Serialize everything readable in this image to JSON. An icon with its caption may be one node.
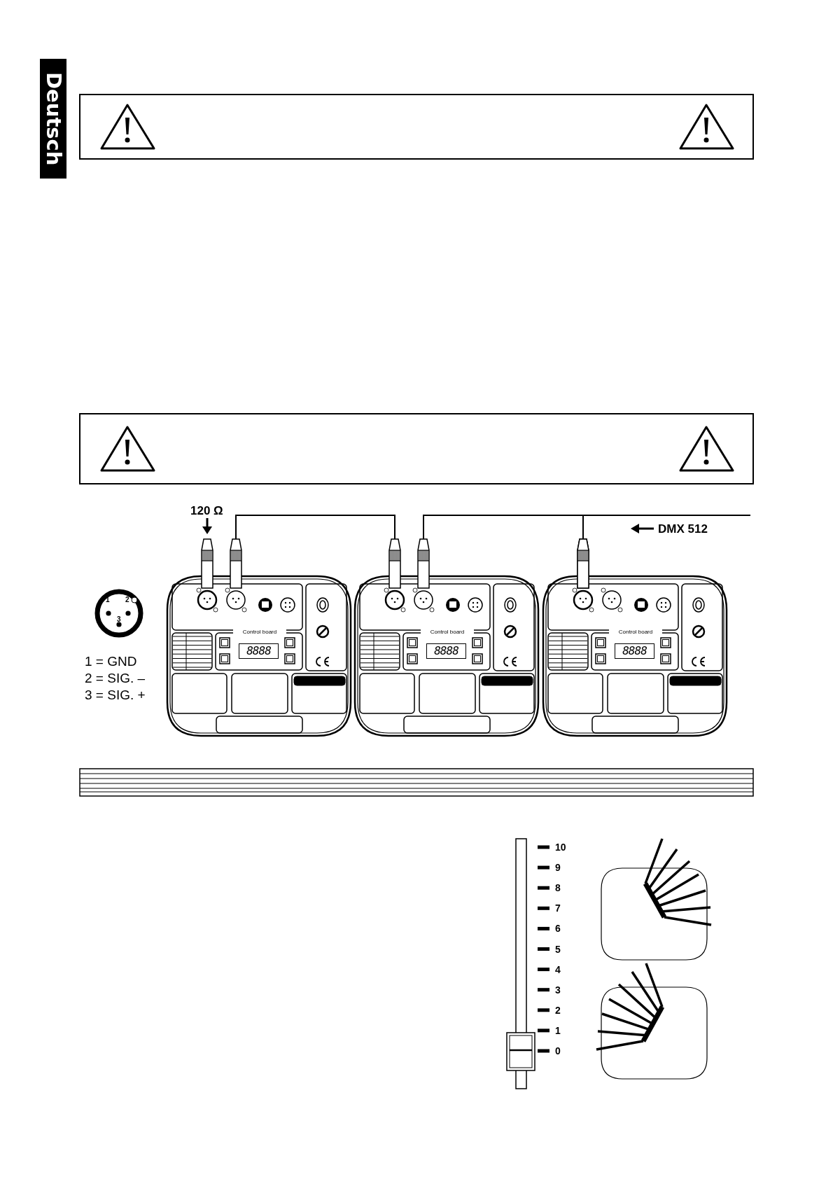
{
  "diagram": {
    "nodes": [
      {
        "text": [
          "Control board",
          "8888"
        ]
      },
      {
        "text": [
          "Control board",
          "8888"
        ]
      },
      {
        "text": [
          "Control board",
          "8888"
        ]
      }
    ],
    "edges": [
      {
        "from": 0,
        "to": 1,
        "arrow": "none"
      },
      {
        "from": 1,
        "to": 2,
        "arrow": "none"
      },
      {
        "from": null,
        "to": 2,
        "arrow": "none"
      }
    ],
    "labels": [
      "Deutsch",
      "120 Ω",
      "DMX 512",
      "1",
      "2",
      "3",
      "1 = GND",
      "2 = SIG. –",
      "3 = SIG. +",
      "10",
      "9",
      "8",
      "7",
      "6",
      "5",
      "4",
      "3",
      "2",
      "1",
      "0"
    ]
  }
}
